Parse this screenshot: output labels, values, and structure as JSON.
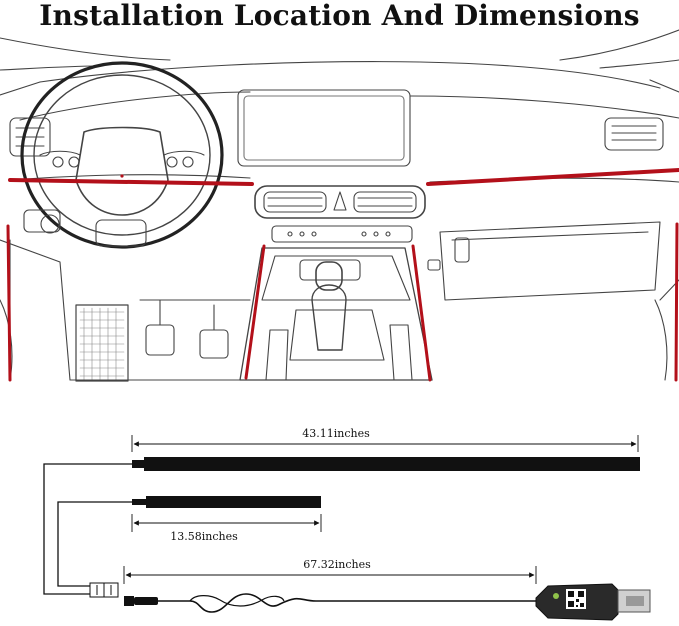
{
  "title": "Installation Location And Dimensions",
  "dimensions": {
    "strip_long": "43.11inches",
    "strip_short": "13.58inches",
    "cable": "67.32inches"
  },
  "colors": {
    "light_line": "#b3101a",
    "strip": "#111111",
    "line_art": "#444444"
  }
}
